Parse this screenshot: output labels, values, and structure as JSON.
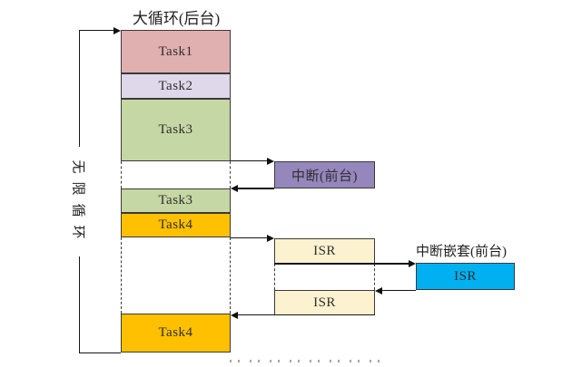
{
  "diagram": {
    "title": "大循环(后台)",
    "loop_label": "无限循环",
    "nested_title": "中断嵌套(前台)"
  },
  "main_blocks": [
    {
      "id": "task1",
      "label": "Task1"
    },
    {
      "id": "task2",
      "label": "Task2"
    },
    {
      "id": "task3a",
      "label": "Task3"
    },
    {
      "id": "task3b",
      "label": "Task3"
    },
    {
      "id": "task4a",
      "label": "Task4"
    },
    {
      "id": "task4b",
      "label": "Task4"
    }
  ],
  "interrupt": {
    "label": "中断(前台)"
  },
  "isr": {
    "first": "ISR",
    "second": "ISR",
    "nested": "ISR"
  },
  "colors": {
    "task1": "#e0afaf",
    "task2": "#ded8ea",
    "task3": "#c5d7a4",
    "task4": "#fec000",
    "interrupt": "#9586bc",
    "isr": "#fdf2d0",
    "nested_isr": "#00b0f0",
    "border": "#3a3a3a",
    "line": "#161616"
  }
}
